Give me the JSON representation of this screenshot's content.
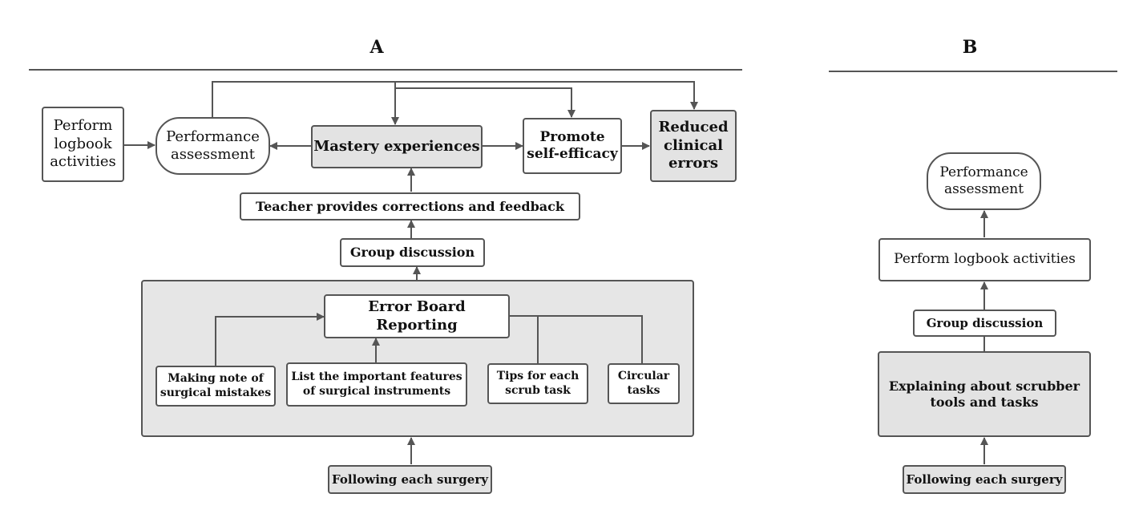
{
  "panel_a": {
    "label": "A",
    "perform_logbook": "Perform\nlogbook\nactivities",
    "performance_assessment": "Performance\nassessment",
    "mastery_experiences": "Mastery experiences",
    "promote_self_efficacy": "Promote\nself-efficacy",
    "reduced_clinical_errors": "Reduced\nclinical\nerrors",
    "teacher_feedback": "Teacher provides corrections and feedback",
    "group_discussion": "Group discussion",
    "error_board_reporting": "Error Board Reporting",
    "making_note": "Making note of\nsurgical mistakes",
    "list_features": "List the important features\nof surgical instruments",
    "tips_scrub": "Tips for each\nscrub task",
    "circular_tasks": "Circular\ntasks",
    "following_surgery": "Following each surgery"
  },
  "panel_b": {
    "label": "B",
    "performance_assessment": "Performance\nassessment",
    "perform_logbook": "Perform logbook activities",
    "group_discussion": "Group discussion",
    "explaining": "Explaining about scrubber\ntools and tasks",
    "following_surgery": "Following each surgery"
  },
  "colors": {
    "line": "#555555",
    "gray_fill": "#e3e3e3",
    "container_fill": "#e6e6e6"
  }
}
